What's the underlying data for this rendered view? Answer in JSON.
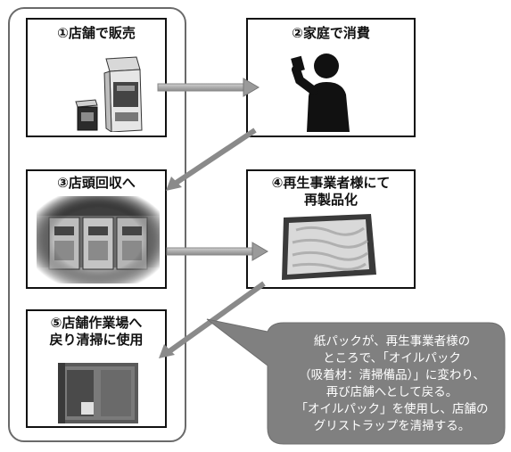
{
  "steps": {
    "step1": {
      "title": "①店舗で販売"
    },
    "step2": {
      "title": "②家庭で消費"
    },
    "step3": {
      "title": "③店頭回収へ"
    },
    "step4": {
      "title_line1": "④再生事業者様にて",
      "title_line2": "再製品化"
    },
    "step5": {
      "title_line1": "⑤店舗作業場へ",
      "title_line2": "戻り清掃に使用"
    }
  },
  "callout": {
    "line1": "紙パックが、再生事業者様の",
    "line2": "ところで、「オイルパック",
    "line3": "（吸着材：清掃備品）」に変わり、",
    "line4": "再び店舗へとして戻る。",
    "line5": "「オイルパック」を使用し、店舗の",
    "line6": "グリストラップを清掃する。"
  },
  "colors": {
    "arrow": "#8a8a8a",
    "callout_fill": "#808080",
    "border": "#111111"
  },
  "icons": [
    "milk-carton-icon",
    "person-drinking-icon",
    "recycling-bins-photo",
    "oil-pack-photo",
    "cleaning-photo"
  ]
}
